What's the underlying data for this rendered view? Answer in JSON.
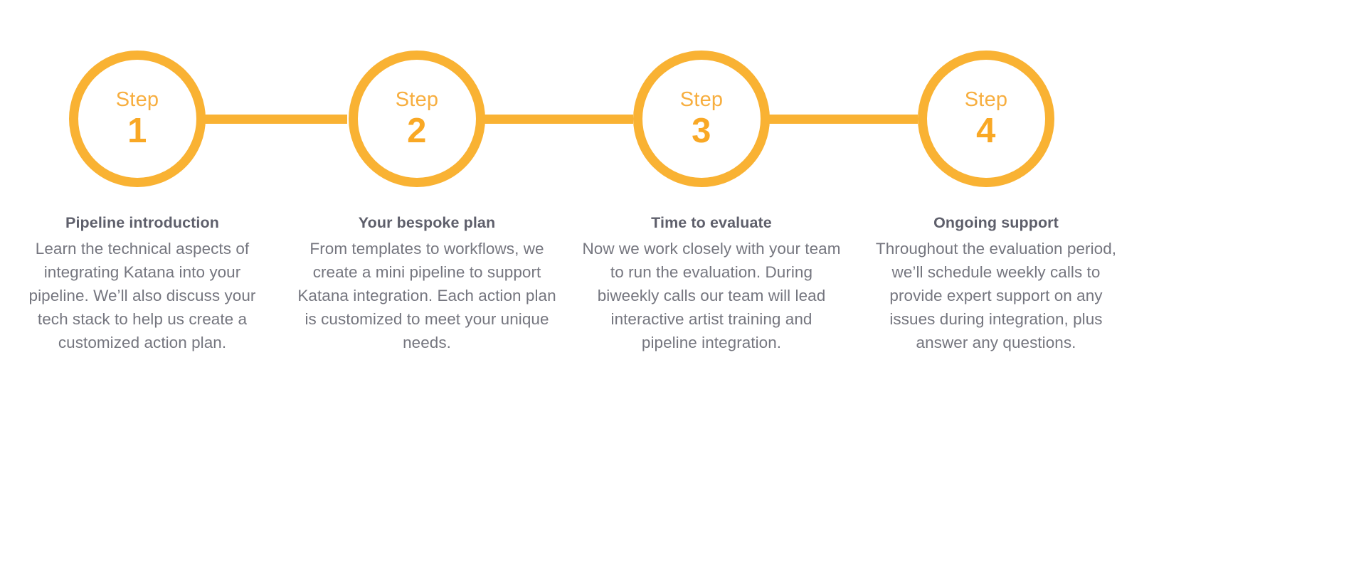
{
  "page": {
    "title": "Katana evaluation process",
    "background_color": "#ffffff",
    "accent_color": "#f9b233",
    "step_word_color": "#f7ae3f",
    "step_number_color": "#f9a825",
    "heading_color": "#5e5f6b",
    "body_color": "#75767f"
  },
  "steps": [
    {
      "step_word": "Step",
      "number": "1",
      "heading": "Pipeline introduction",
      "body": "Learn the technical aspects of integrating Katana into your pipeline. We’ll also discuss your tech stack to help us create a customized action plan."
    },
    {
      "step_word": "Step",
      "number": "2",
      "heading": "Your bespoke plan",
      "body": "From templates to workflows, we create a mini pipeline to support Katana integration. Each action plan is customized to meet your unique needs."
    },
    {
      "step_word": "Step",
      "number": "3",
      "heading": "Time to evaluate",
      "body": "Now we work closely with your team to run the evaluation. During biweekly calls our team will lead interactive artist training and pipeline integration."
    },
    {
      "step_word": "Step",
      "number": "4",
      "heading": "Ongoing support",
      "body": "Throughout the evaluation period, we’ll schedule weekly calls to provide expert support on any issues during integration, plus answer any questions."
    }
  ]
}
